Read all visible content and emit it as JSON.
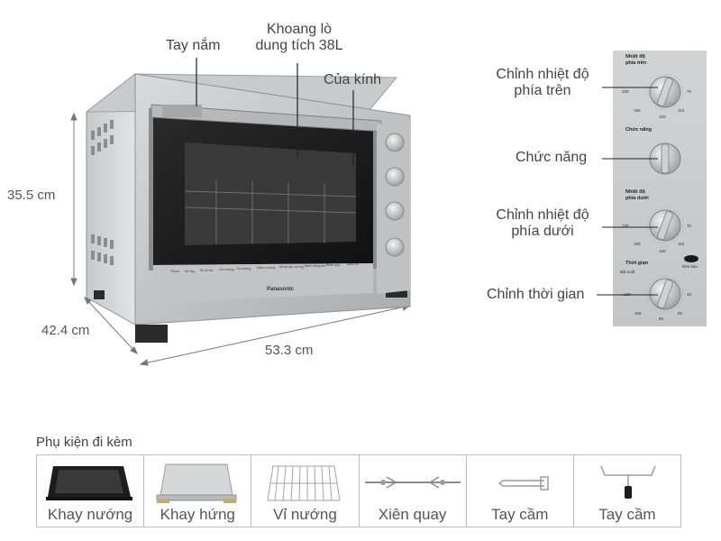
{
  "oven_labels": {
    "handle": "Tay nắm",
    "cavity": "Khoang lò\ndung tích 38L",
    "cavity_line1": "Khoang lò",
    "cavity_line2": "dung tích 38L",
    "glass_door": "Của kính"
  },
  "dimensions": {
    "height": "35.5 cm",
    "depth": "42.4 cm",
    "width": "53.3 cm"
  },
  "brand": "Panasonic",
  "control_labels": {
    "top_temp_line1": "Chỉnh nhiệt độ",
    "top_temp_line2": "phía trên",
    "function": "Chức năng",
    "bottom_temp_line1": "Chỉnh nhiệt độ",
    "bottom_temp_line2": "phía dưới",
    "timer": "Chỉnh thời gian"
  },
  "panel": {
    "top_heading_1": "Nhiệt độ",
    "top_heading_2": "phía trên",
    "function_heading": "Chức năng",
    "bottom_heading_1": "Nhiệt độ",
    "bottom_heading_2": "phía dưới",
    "timer_heading": "Thời gian",
    "always_on": "Bật suốt",
    "power_light": "Đèn báo",
    "t230": "230",
    "t70": "70",
    "t190": "190",
    "t110": "110",
    "t150": "150",
    "t120": "120",
    "t40": "40",
    "t100": "100",
    "t80": "80",
    "t60": "60"
  },
  "accessories": {
    "heading": "Phụ kiện đi kèm",
    "items": [
      {
        "label": "Khay nướng",
        "icon": "baking-tray-icon"
      },
      {
        "label": "Khay hứng",
        "icon": "drip-tray-icon"
      },
      {
        "label": "Vỉ nướng",
        "icon": "wire-rack-icon"
      },
      {
        "label": "Xiên quay",
        "icon": "rotisserie-spit-icon"
      },
      {
        "label": "Tay cầm",
        "icon": "tray-handle-icon"
      },
      {
        "label": "Tay cầm",
        "icon": "spit-handle-icon"
      }
    ]
  }
}
